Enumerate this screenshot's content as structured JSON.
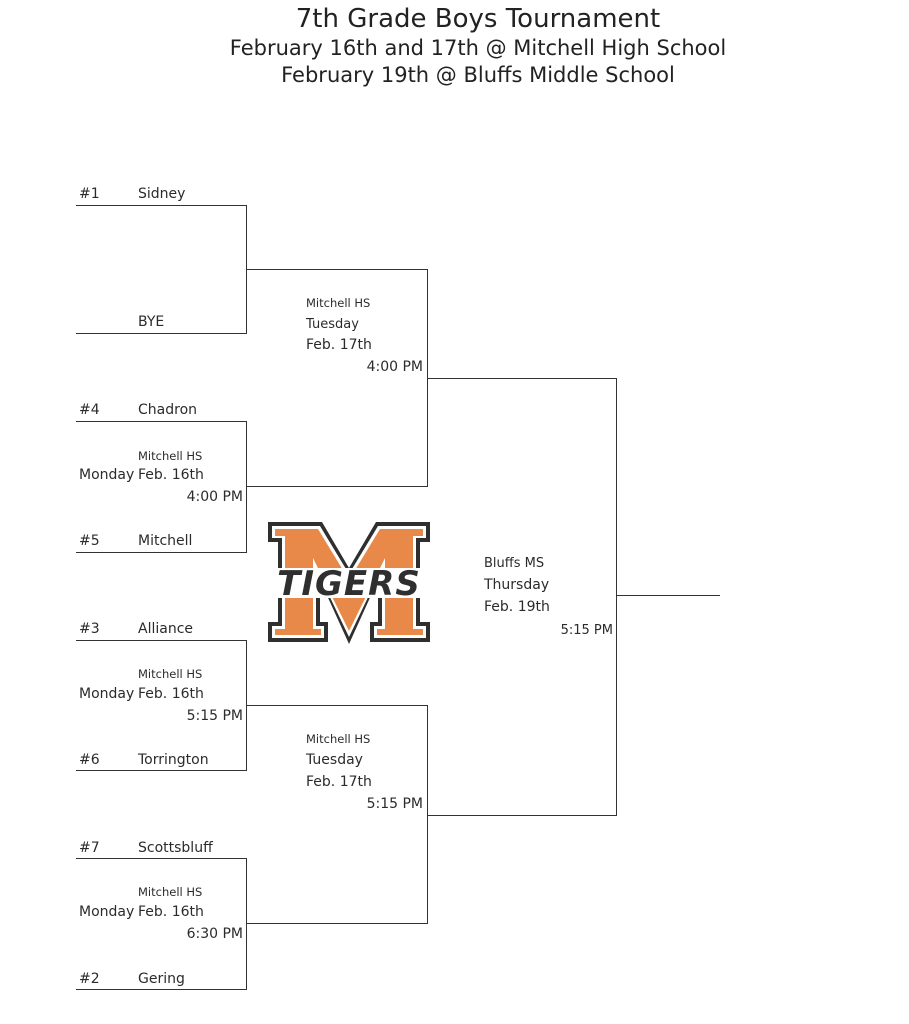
{
  "header": {
    "title": "7th Grade Boys Tournament",
    "subtitle_1": "February 16th and 17th @ Mitchell High School",
    "subtitle_2": "February 19th @ Bluffs Middle School"
  },
  "round1": {
    "teams": [
      {
        "seed": "#1",
        "name": "Sidney"
      },
      {
        "seed": "",
        "name": "BYE"
      },
      {
        "seed": "#4",
        "name": "Chadron"
      },
      {
        "seed": "#5",
        "name": "Mitchell"
      },
      {
        "seed": "#3",
        "name": "Alliance"
      },
      {
        "seed": "#6",
        "name": "Torrington"
      },
      {
        "seed": "#7",
        "name": "Scottsbluff"
      },
      {
        "seed": "#2",
        "name": "Gering"
      }
    ],
    "games": [
      {
        "venue": "Mitchell HS",
        "day": "Monday",
        "date": "Feb. 16th",
        "time": "4:00 PM"
      },
      {
        "venue": "Mitchell HS",
        "day": "Monday",
        "date": "Feb. 16th",
        "time": "5:15 PM"
      },
      {
        "venue": "Mitchell HS",
        "day": "Monday",
        "date": "Feb. 16th",
        "time": "6:30 PM"
      }
    ]
  },
  "semifinals": [
    {
      "venue": "Mitchell HS",
      "day": "Tuesday",
      "date": "Feb. 17th",
      "time": "4:00 PM"
    },
    {
      "venue": "Mitchell HS",
      "day": "Tuesday",
      "date": "Feb. 17th",
      "time": "5:15 PM"
    }
  ],
  "final": {
    "venue": "Bluffs MS",
    "day": "Thursday",
    "date": "Feb. 19th",
    "time": "5:15 PM"
  },
  "logo": {
    "text": "TIGERS",
    "letter": "M",
    "colors": {
      "orange": "#e8894a",
      "outline": "#2f2f2f",
      "white": "#ffffff"
    }
  }
}
